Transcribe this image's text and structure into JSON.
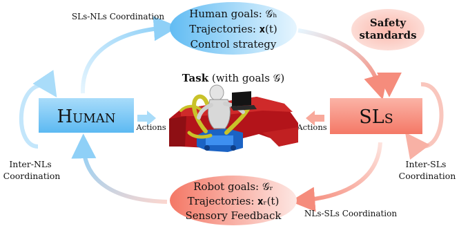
{
  "colors": {
    "blue_light": "#d7eefc",
    "blue_dark": "#5ab8f2",
    "red_light": "#fde3df",
    "red_dark": "#f47a68"
  },
  "icons": [
    "arrow-icon",
    "cycle-arrow-icon"
  ],
  "labels": {
    "sls_nls_coordination": "SLs-NLs Coordination",
    "nls_sls_coordination": "NLs-SLs Coordination",
    "inter_nls_line1": "Inter-NLs",
    "inter_nls_line2": "Coordination",
    "inter_sls_line1": "Inter-SLs",
    "inter_sls_line2": "Coordination",
    "actions_left": "Actions",
    "actions_right": "Actions"
  },
  "human_box": {
    "label": "Human"
  },
  "sls_box": {
    "label": "SLs"
  },
  "safety": {
    "line1": "Safety",
    "line2": "standards"
  },
  "task": {
    "bold": "Task",
    "rest": "(with goals 𝒢)"
  },
  "human_goals": {
    "line1": "Human goals: 𝒢ₕ",
    "line2": "Trajectories: 𝐱(t)",
    "line3": "Control strategy"
  },
  "robot_goals": {
    "line1": "Robot goals: 𝒢ᵣ",
    "line2": "Trajectories: 𝐱ᵣ(t)",
    "line3": "Sensory Feedback"
  }
}
